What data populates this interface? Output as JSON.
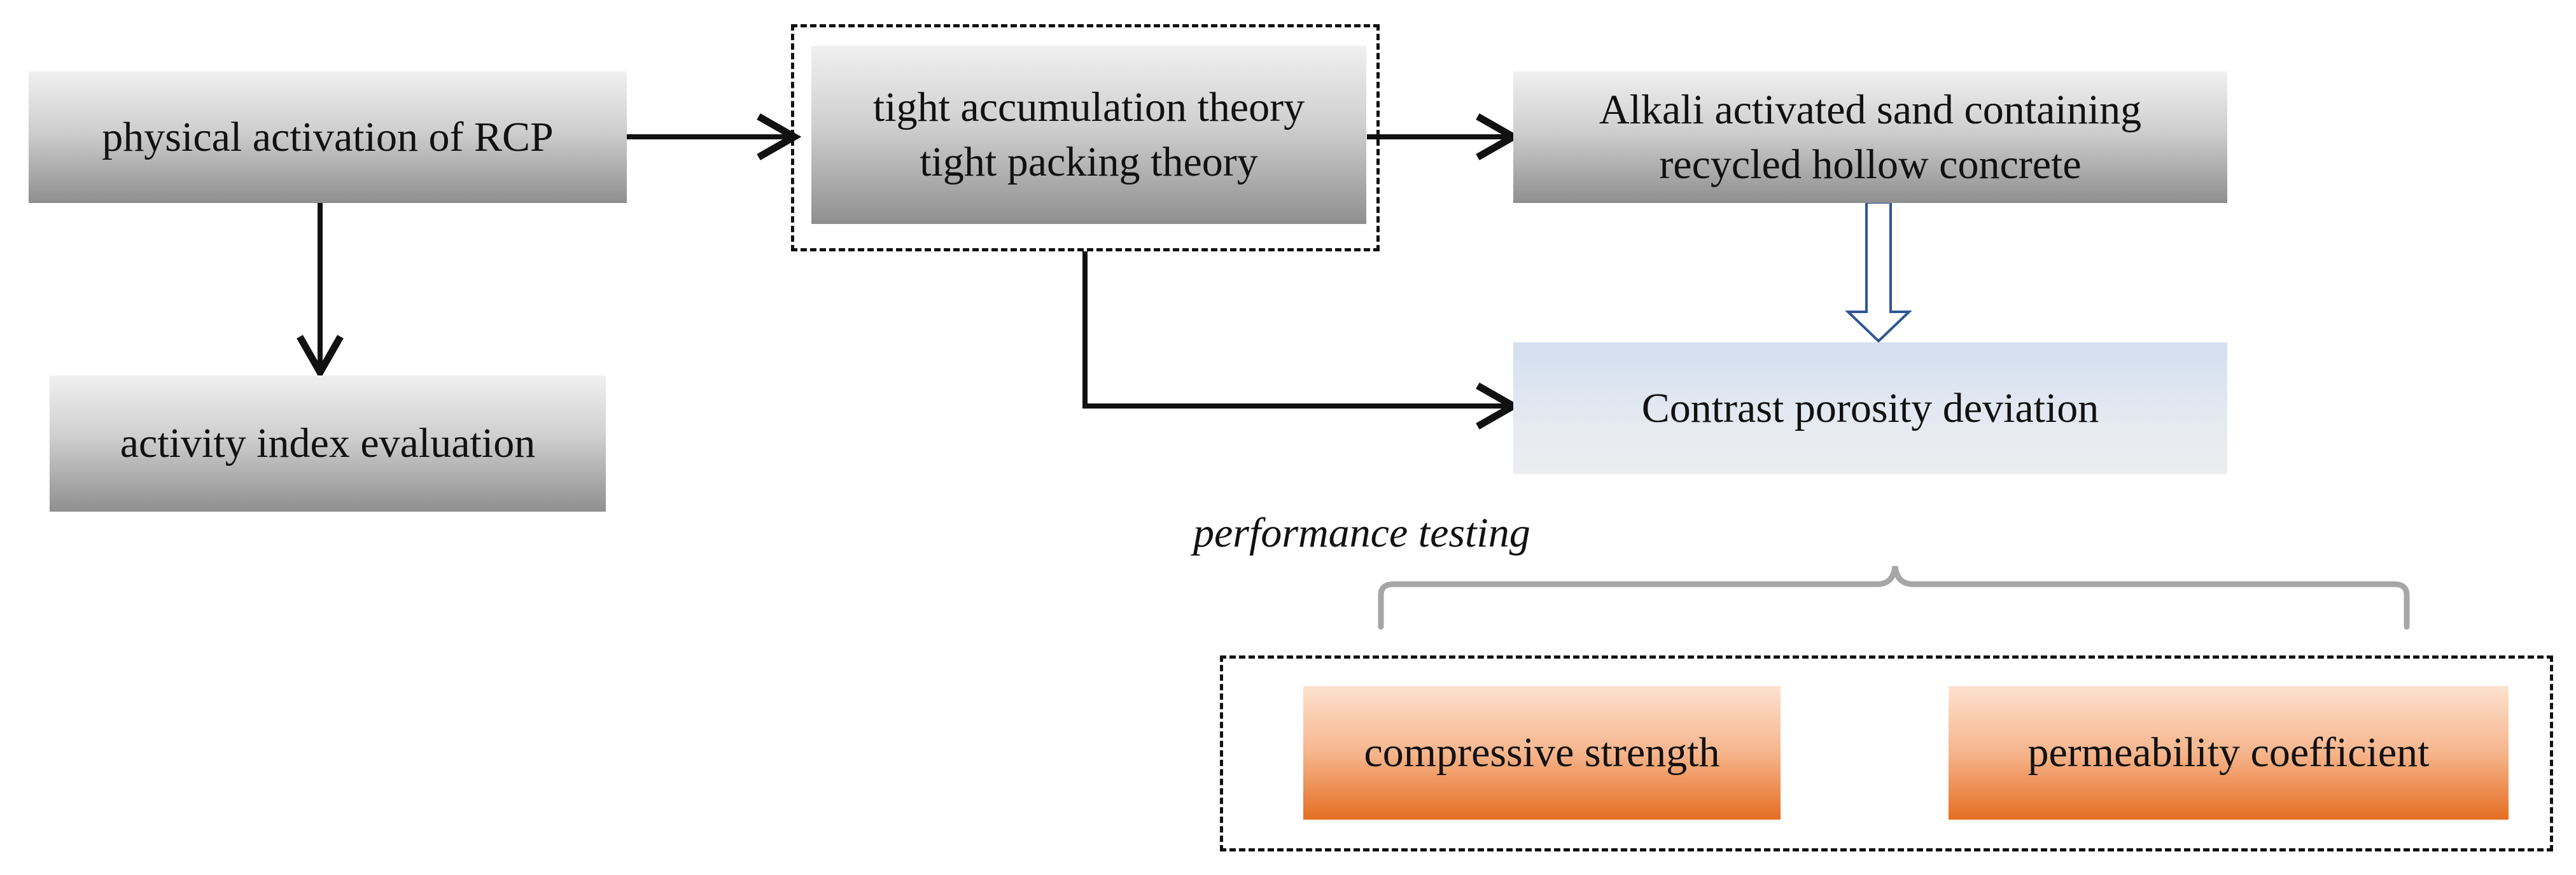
{
  "nodes": {
    "physical_activation": "physical activation of RCP",
    "activity_index": "activity index evaluation",
    "tight_accumulation": "tight accumulation theory",
    "tight_packing": "tight packing theory",
    "alkali_line1": "Alkali activated sand containing",
    "alkali_line2": "recycled hollow concrete",
    "contrast_porosity": "Contrast porosity deviation",
    "compressive_strength": "compressive strength",
    "permeability": "permeability coefficient"
  },
  "group_label": "performance testing",
  "colors": {
    "gray_box": "#a0a0a0",
    "blue_box": "#dde5f0",
    "orange_box": "#f3a06a",
    "hollow_arrow": "#2f5597",
    "brace": "#a6a6a6"
  }
}
